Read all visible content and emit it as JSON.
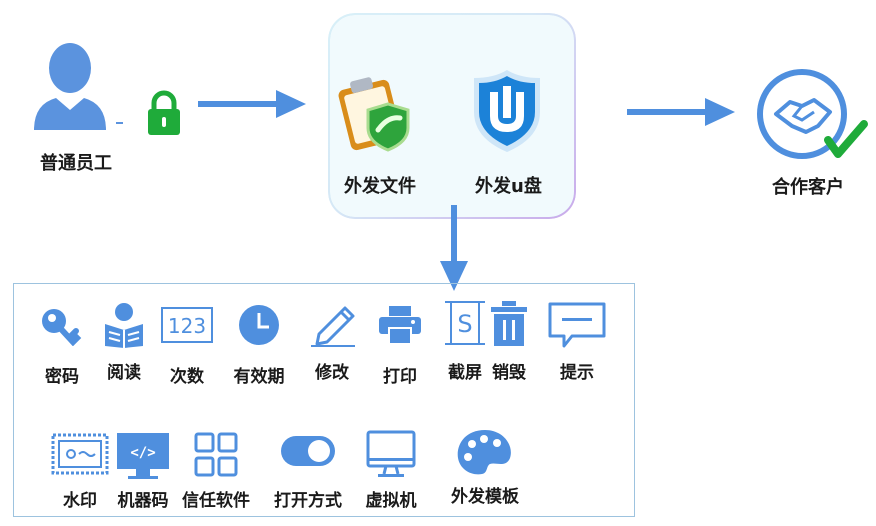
{
  "colors": {
    "accent": "#4f8fde",
    "green": "#1fab3a",
    "text": "#1a1a1a",
    "border": "#9dc3df"
  },
  "employee": {
    "label": "普通员工",
    "icon": "person-icon",
    "lock_icon": "padlock-icon"
  },
  "center": {
    "items": [
      {
        "label": "外发文件",
        "icon": "clipboard-shield-icon"
      },
      {
        "label": "外发u盘",
        "icon": "usb-shield-icon"
      }
    ]
  },
  "customer": {
    "label": "合作客户",
    "icon": "handshake-check-icon"
  },
  "features": [
    {
      "label": "密码",
      "icon": "key-icon"
    },
    {
      "label": "阅读",
      "icon": "reader-icon"
    },
    {
      "label": "次数",
      "icon": "counter-123-icon"
    },
    {
      "label": "有效期",
      "icon": "clock-icon"
    },
    {
      "label": "修改",
      "icon": "pencil-icon"
    },
    {
      "label": "打印",
      "icon": "printer-icon"
    },
    {
      "label": "截屏",
      "icon": "screenshot-icon"
    },
    {
      "label": "销毁",
      "icon": "trash-icon"
    },
    {
      "label": "提示",
      "icon": "message-icon"
    },
    {
      "label": "水印",
      "icon": "watermark-icon"
    },
    {
      "label": "机器码",
      "icon": "code-monitor-icon"
    },
    {
      "label": "信任软件",
      "icon": "grid-icon"
    },
    {
      "label": "打开方式",
      "icon": "toggle-icon"
    },
    {
      "label": "虚拟机",
      "icon": "monitor-icon"
    },
    {
      "label": "外发模板",
      "icon": "palette-icon"
    }
  ]
}
